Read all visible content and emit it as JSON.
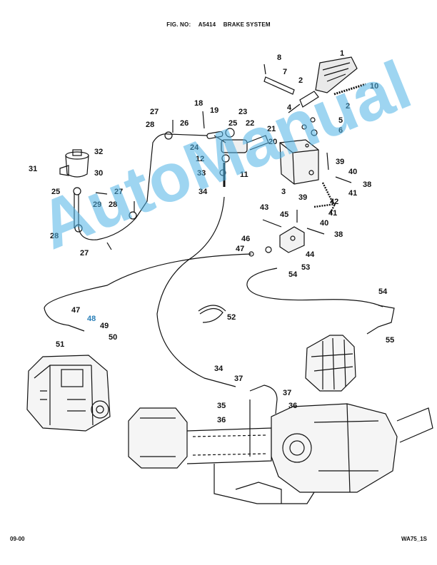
{
  "header": {
    "fig_label": "FIG. NO:",
    "fig_number": "A5414",
    "title": "BRAKE SYSTEM"
  },
  "footer": {
    "left": "09-00",
    "right": "WA75_1S"
  },
  "watermark": "AutoManual",
  "callouts": [
    "1",
    "2",
    "2",
    "3",
    "4",
    "5",
    "6",
    "7",
    "8",
    "10",
    "11",
    "12",
    "18",
    "19",
    "20",
    "21",
    "22",
    "23",
    "24",
    "25",
    "25",
    "26",
    "27",
    "27",
    "27",
    "28",
    "28",
    "28",
    "29",
    "30",
    "31",
    "32",
    "33",
    "34",
    "34",
    "35",
    "36",
    "36",
    "37",
    "37",
    "38",
    "38",
    "39",
    "39",
    "40",
    "40",
    "41",
    "41",
    "42",
    "43",
    "44",
    "45",
    "46",
    "47",
    "47",
    "48",
    "49",
    "50",
    "51",
    "52",
    "53",
    "54",
    "54",
    "55"
  ],
  "colors": {
    "line": "#111111",
    "watermark": "#4fb3e6",
    "accent": "#2a7fb8"
  }
}
